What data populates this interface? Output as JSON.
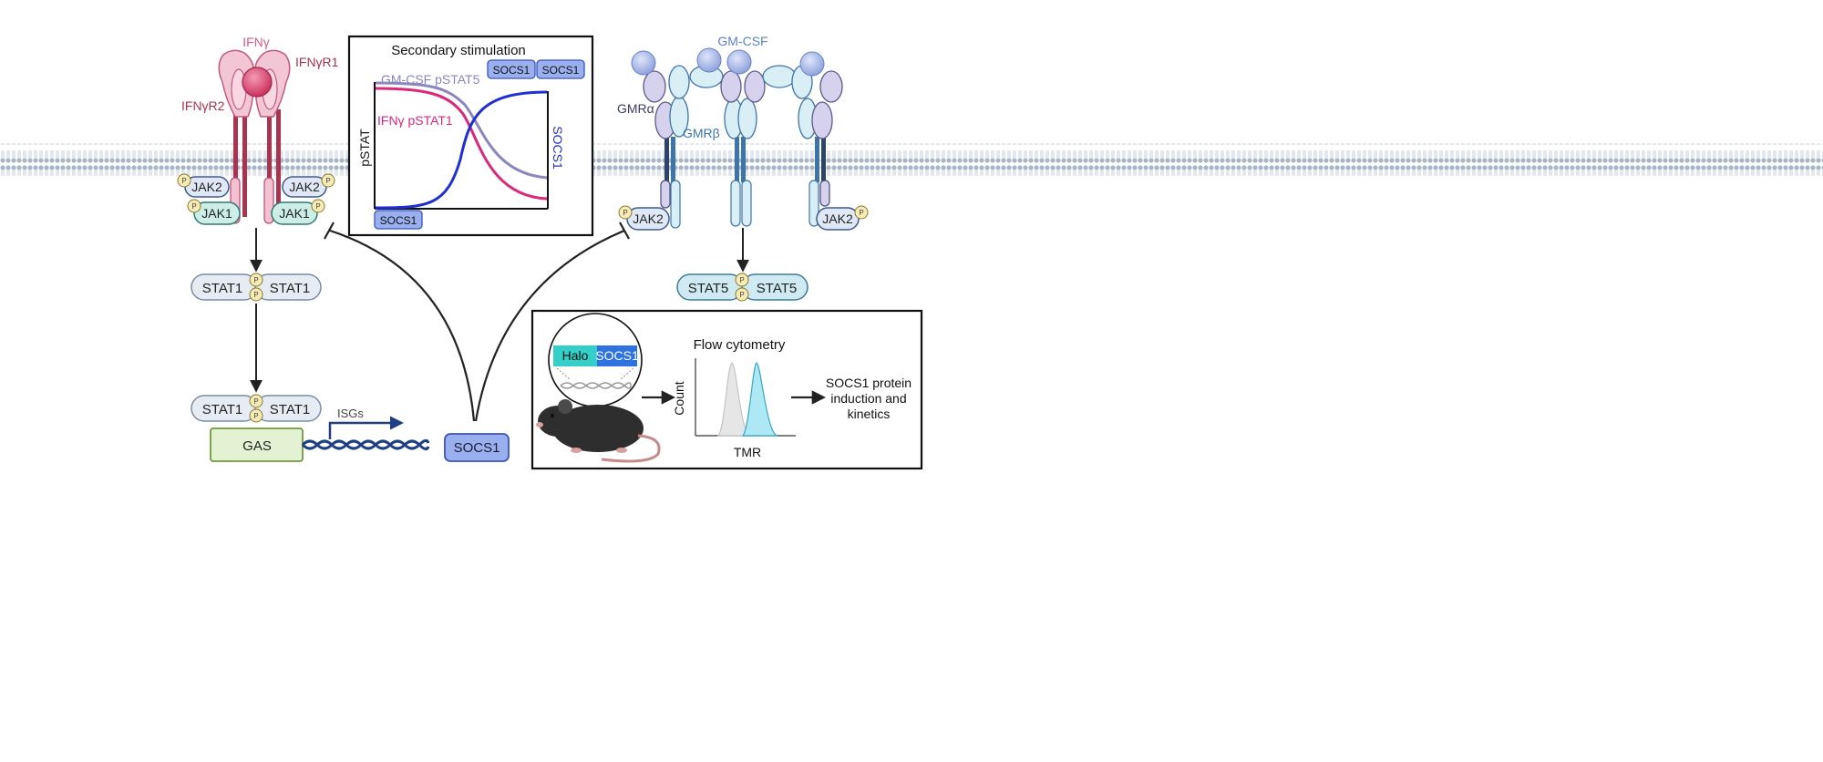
{
  "colors": {
    "membrane": "#9fb0c4",
    "ifn_pink": "#e07aa3",
    "ifn_dark": "#a8344f",
    "gm_blue": "#5b7fc9",
    "socs_fill": "#9ab0ee",
    "socs_stroke": "#3a54b8",
    "stat5_fill": "#cfeaf2",
    "stat_grey": "#e6ebf4",
    "gas_fill": "#e3f2d2",
    "gas_stroke": "#6e9a3a",
    "dna": "#1f3f85",
    "curve_gm": "#8a86c0",
    "curve_ifn": "#d9297a",
    "curve_socs": "#2030d0",
    "halo": "#35cfc9",
    "socs_tag": "#2e72e0"
  },
  "ifn": {
    "ligand": "IFNγ",
    "receptor1": "IFNγR1",
    "receptor2": "IFNγR2",
    "jak2_left": "JAK2",
    "jak1_left": "JAK1",
    "jak2_right": "JAK2",
    "jak1_right": "JAK1",
    "stat1_a": "STAT1",
    "stat1_b": "STAT1",
    "stat1_c": "STAT1",
    "stat1_d": "STAT1",
    "gas": "GAS",
    "isgs": "ISGs"
  },
  "gm": {
    "ligand": "GM-CSF",
    "receptor_alpha": "GMRα",
    "receptor_beta": "GMRβ",
    "jak2_left": "JAK2",
    "jak2_right": "JAK2",
    "stat5_a": "STAT5",
    "stat5_b": "STAT5"
  },
  "phospho": "P",
  "socs1_center": "SOCS1",
  "inset_secondary": {
    "title": "Secondary stimulation",
    "y_label": "pSTAT",
    "right_label": "SOCS1",
    "gm_curve": "GM-CSF pSTAT5",
    "ifn_curve": "IFNγ pSTAT1",
    "tag_top_1": "SOCS1",
    "tag_top_2": "SOCS1",
    "tag_bottom": "SOCS1"
  },
  "inset_flow": {
    "tag_halo": "Halo",
    "tag_socs": "SOCS1",
    "title": "Flow cytometry",
    "y_label": "Count",
    "x_label": "TMR",
    "result": [
      "SOCS1 protein",
      "induction and",
      "kinetics"
    ]
  }
}
